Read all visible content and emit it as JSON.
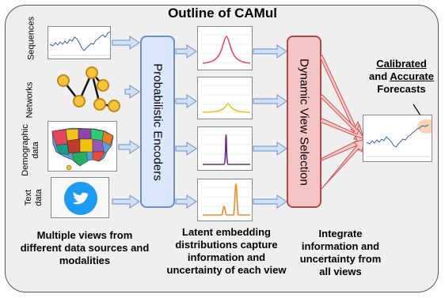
{
  "title": "Outline of CAMul",
  "views": [
    {
      "label": "Sequences"
    },
    {
      "label": "Networks"
    },
    {
      "label": "Demographic\ndata"
    },
    {
      "label": "Text\ndata"
    }
  ],
  "encoder_label": "Probabilistic Encoders",
  "selection_label": "Dynamic View Selection",
  "result": {
    "word1": "Calibrated",
    "and": "and",
    "word2": "Accurate",
    "line3": "Forecasts"
  },
  "captions": {
    "views": "Multiple views from different data sources and modalities",
    "latent": "Latent embedding distributions capture information and uncertainty of each view",
    "integrate": "Integrate information and uncertainty from all views"
  },
  "colors": {
    "encoder_fill": "#dbe8fb",
    "encoder_border": "#6d8fc6",
    "selection_fill": "#f5c4c4",
    "selection_border": "#b04a4a",
    "dist_1": "#e8455f",
    "dist_2": "#f2c21b",
    "dist_3": "#6a2a8a",
    "dist_4": "#f28a2a",
    "twitter": "#1d9bf0"
  },
  "icons": [
    "line-chart-icon",
    "network-graph-icon",
    "us-map-icon",
    "twitter-icon",
    "forecast-chart-icon"
  ]
}
